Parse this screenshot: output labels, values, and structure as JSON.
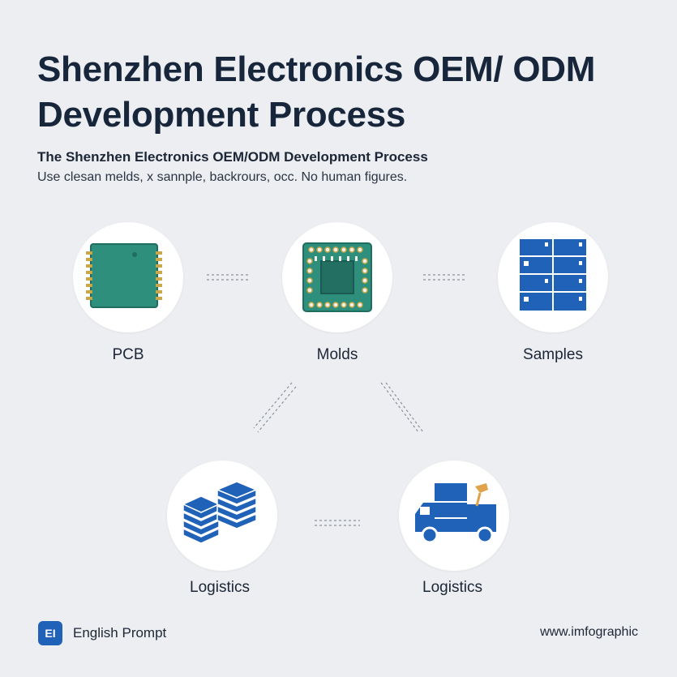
{
  "header": {
    "title": "Shenzhen Electronics OEM/ ODM Development Process",
    "subtitle": "The Shenzhen Electronics OEM/ODM Development Process",
    "description": "Use clesan melds, x sannple, backrours, occ. No human figures."
  },
  "nodes": [
    {
      "label": "PCB",
      "icon": "pcb-board-icon"
    },
    {
      "label": "Molds",
      "icon": "chip-icon"
    },
    {
      "label": "Samples",
      "icon": "boxes-grid-icon"
    },
    {
      "label": "Logistics",
      "icon": "stacked-layers-icon"
    },
    {
      "label": "Logistics",
      "icon": "delivery-truck-icon"
    }
  ],
  "footer": {
    "badge": "EI",
    "left_text": "English Prompt",
    "right_text": "www.imfographic"
  },
  "colors": {
    "background": "#eceef1",
    "title": "#17263b",
    "pcb_green": "#2e8f7d",
    "gold": "#c8a64a",
    "icon_blue": "#1f62b8"
  }
}
